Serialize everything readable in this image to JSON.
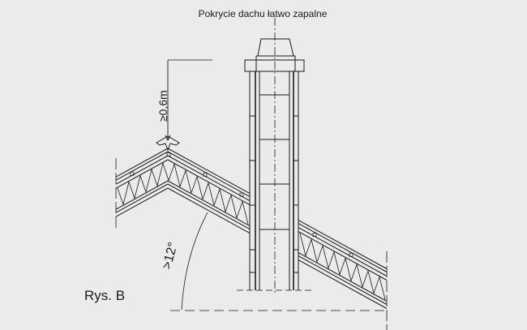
{
  "title": "Pokrycie dachu łatwo zapalne",
  "dimension_label": "≥0,6m",
  "angle_label": ">12°",
  "figure_label": "Rys. B"
}
